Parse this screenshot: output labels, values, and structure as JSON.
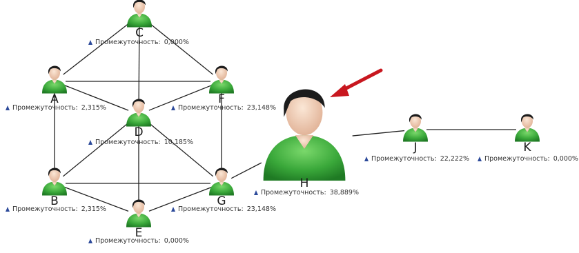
{
  "metric_name": "Промежуточность:",
  "nodes": {
    "C": {
      "label": "C",
      "value": "0,000%"
    },
    "A": {
      "label": "A",
      "value": "2,315%"
    },
    "F": {
      "label": "F",
      "value": "23,148%"
    },
    "D": {
      "label": "D",
      "value": "10,185%"
    },
    "B": {
      "label": "B",
      "value": "2,315%"
    },
    "G": {
      "label": "G",
      "value": "23,148%"
    },
    "E": {
      "label": "E",
      "value": "0,000%"
    },
    "H": {
      "label": "H",
      "value": "38,889%"
    },
    "J": {
      "label": "J",
      "value": "22,222%"
    },
    "K": {
      "label": "K",
      "value": "0,000%"
    }
  },
  "edges": [
    [
      "C",
      "A"
    ],
    [
      "C",
      "D"
    ],
    [
      "C",
      "F"
    ],
    [
      "A",
      "F"
    ],
    [
      "A",
      "D"
    ],
    [
      "A",
      "B"
    ],
    [
      "F",
      "D"
    ],
    [
      "F",
      "G"
    ],
    [
      "D",
      "B"
    ],
    [
      "D",
      "G"
    ],
    [
      "D",
      "E"
    ],
    [
      "B",
      "G"
    ],
    [
      "B",
      "E"
    ],
    [
      "G",
      "E"
    ],
    [
      "G",
      "H"
    ],
    [
      "H",
      "J"
    ],
    [
      "J",
      "K"
    ]
  ],
  "colors": {
    "shirt": "#3aa83a",
    "shirt_dark": "#1f7a24",
    "skin": "#f3d2b8",
    "hair": "#1c1c1c",
    "edge": "#222222",
    "arrow": "#c8171f",
    "metric_icon": "#2c4a9a"
  },
  "highlight_node": "H"
}
